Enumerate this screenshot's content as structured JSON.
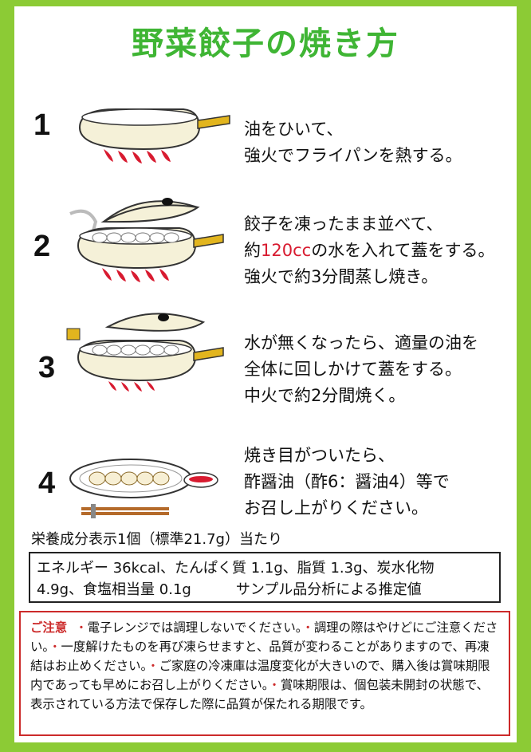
{
  "title": "野菜餃子の焼き方",
  "steps": [
    {
      "number": "1",
      "lines": [
        "油をひいて、",
        "強火でフライパンを熱する。"
      ]
    },
    {
      "number": "2",
      "line1": "餃子を凍ったまま並べて、",
      "line2_pre": "約",
      "line2_red": "120cc",
      "line2_post": "の水を入れて蓋をする。",
      "line3": "強火で約3分間蒸し焼き。"
    },
    {
      "number": "3",
      "lines": [
        "水が無くなったら、適量の油を",
        "全体に回しかけて蓋をする。",
        "中火で約2分間焼く。"
      ]
    },
    {
      "number": "4",
      "lines": [
        "焼き目がついたら、",
        "酢醤油（酢6：醤油4）等で",
        "お召し上がりください。"
      ]
    }
  ],
  "nutrition": {
    "caption": "栄養成分表示1個（標準21.7g）当たり",
    "line1": "エネルギー 36kcal、たんぱく質 1.1g、脂質 1.3g、炭水化物",
    "line2a": "4.9g、食塩相当量 0.1g",
    "line2b": "サンプル品分析による推定値"
  },
  "caution": {
    "heading": "ご注意",
    "items": [
      "電子レンジでは調理しないでください。",
      "調理の際はやけどにご注意ください。",
      "一度解けたものを再び凍らせますと、品質が変わることがありますので、再凍結はお止めください。",
      "ご家庭の冷凍庫は温度変化が大きいので、購入後は賞味期限内であっても早めにお召し上がりください。",
      "賞味期限は、個包装未開封の状態で、表示されている方法で保存した際に品質が保たれる期限です。"
    ],
    "bullet": "・"
  },
  "colors": {
    "background": "#8ccb35",
    "title": "#3fb534",
    "accent_red": "#d81b30",
    "pan": "#f5f1d8",
    "handle": "#e2b51e"
  }
}
